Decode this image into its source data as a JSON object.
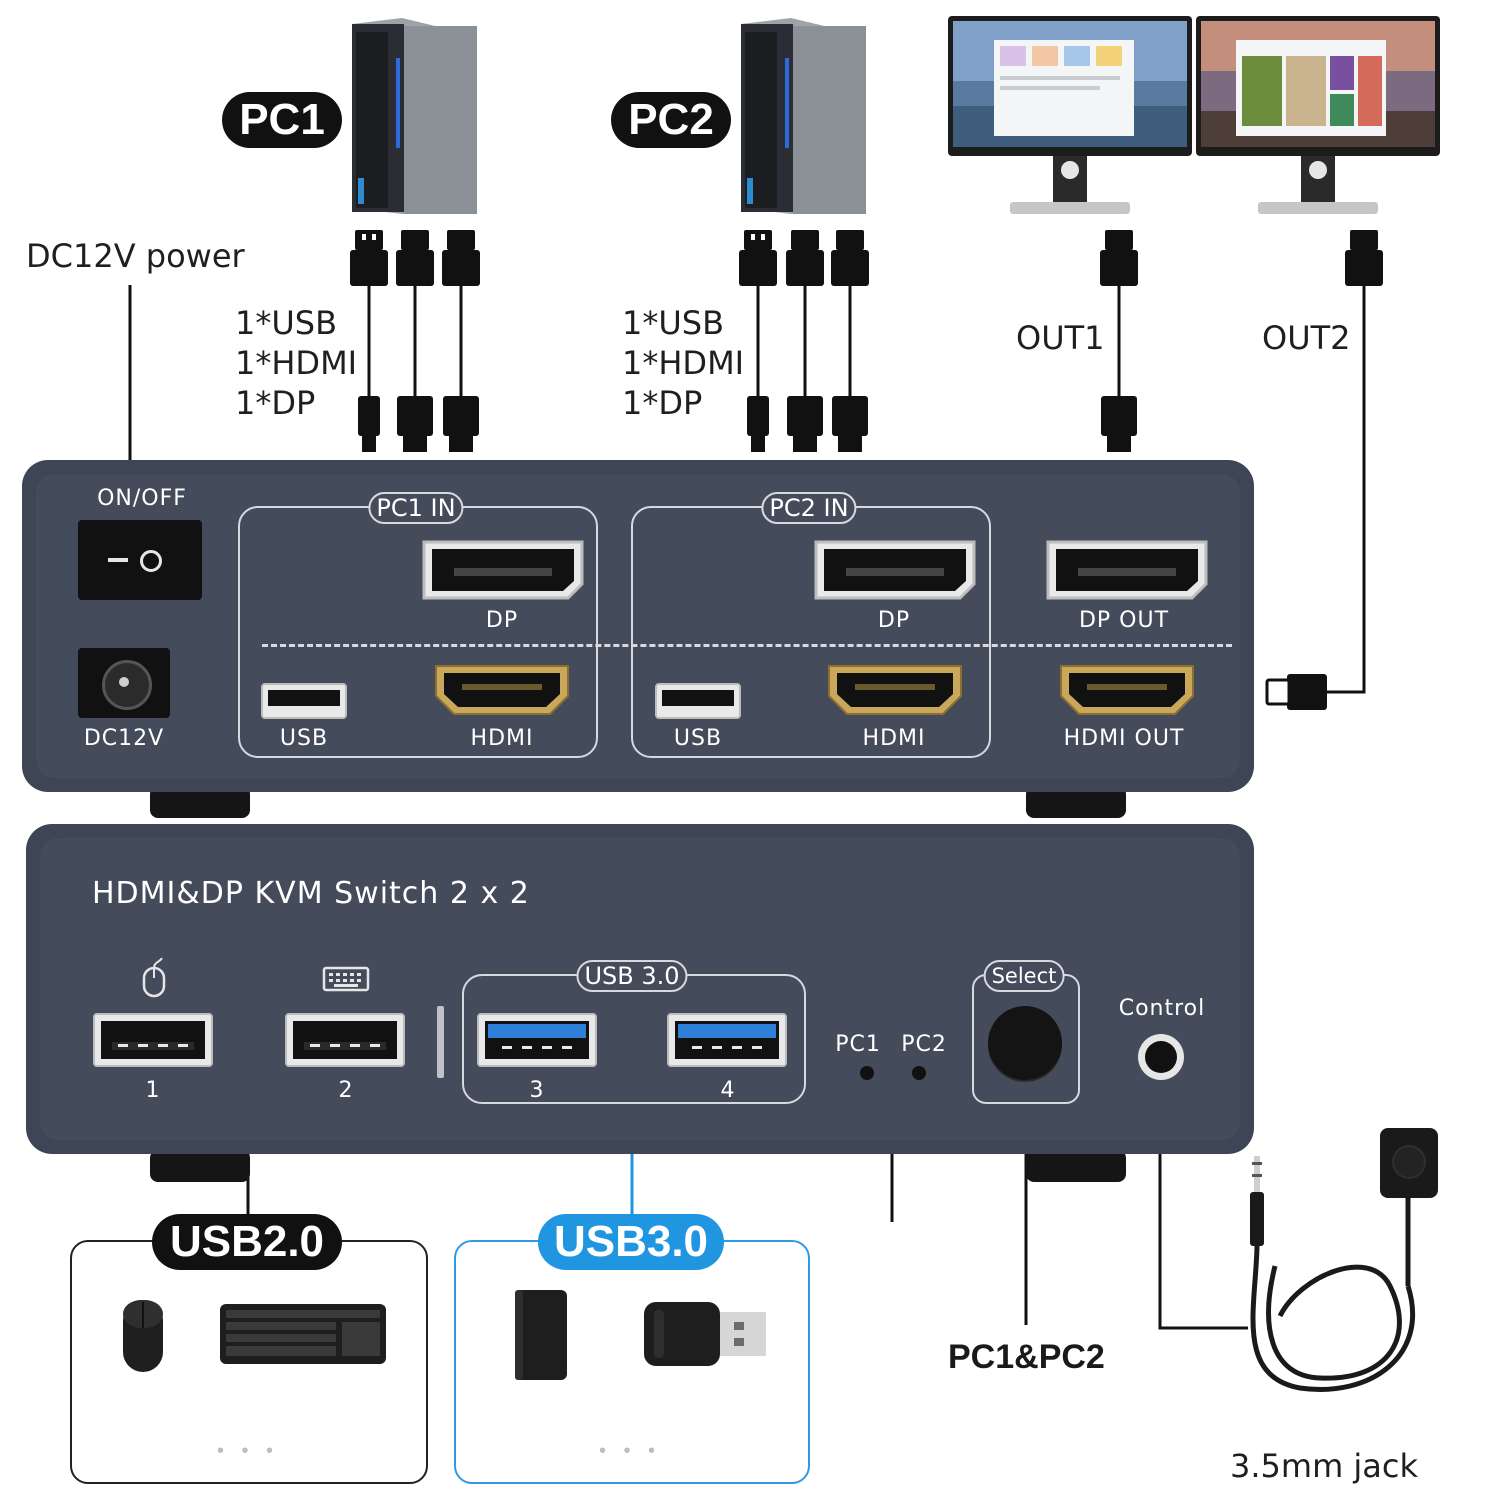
{
  "labels": {
    "pc1": "PC1",
    "pc2": "PC2",
    "power": "DC12V power",
    "pc1_cables": [
      "1*USB",
      "1*HDMI",
      "1*DP"
    ],
    "pc2_cables": [
      "1*USB",
      "1*HDMI",
      "1*DP"
    ],
    "out1": "OUT1",
    "out2": "OUT2",
    "pc1_pc2": "PC1&PC2",
    "jack": "3.5mm jack"
  },
  "back_panel": {
    "on_off": "ON/OFF",
    "dc12v": "DC12V",
    "pc1_in": "PC1 IN",
    "pc2_in": "PC2 IN",
    "dp": "DP",
    "hdmi": "HDMI",
    "usb": "USB",
    "dp_out": "DP OUT",
    "hdmi_out": "HDMI OUT"
  },
  "front_panel": {
    "title": "HDMI&DP KVM Switch 2 x 2",
    "usb30": "USB 3.0",
    "port1": "1",
    "port2": "2",
    "port3": "3",
    "port4": "4",
    "pc1": "PC1",
    "pc2": "PC2",
    "select": "Select",
    "control": "Control"
  },
  "devices": {
    "usb20_title": "USB2.0",
    "usb30_title": "USB3.0",
    "more": "• • •"
  },
  "colors": {
    "panel": "#444b5b",
    "accent_blue": "#2196e0",
    "hdmi_gold": "#c9a85b"
  }
}
